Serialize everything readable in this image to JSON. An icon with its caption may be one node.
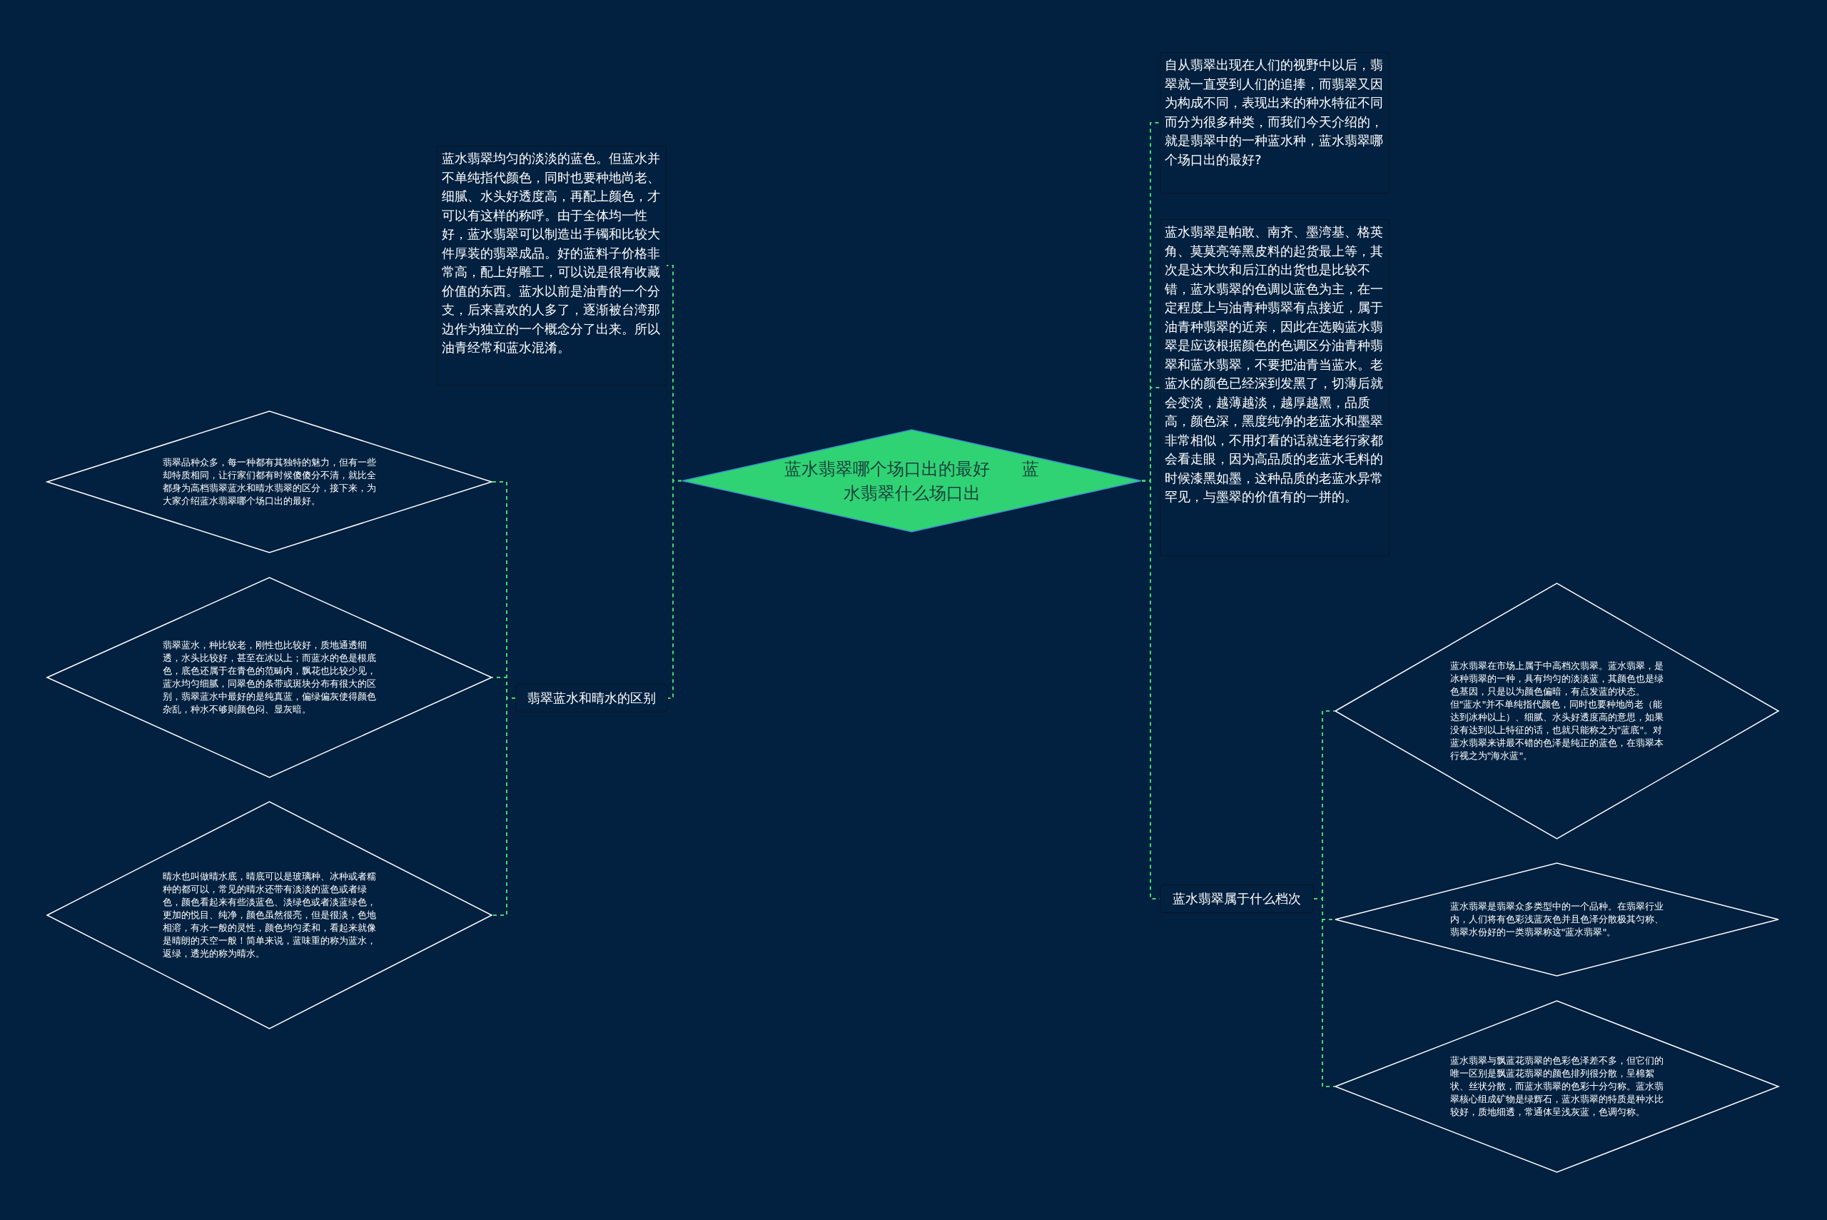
{
  "diagram": {
    "nodes": [
      {
        "text": [
          "蓝水翡翠哪个场口出的最好      蓝水翡翠什么场口出"
        ]
      },
      {
        "text": [
          "蓝水翡翠均匀的淡淡的蓝色。但蓝水并不单纯指代颜色，同时也要种地尚老、细腻、水头好透度高，再配上颜色，才可以有这样的称呼。由于全体均一性好，蓝水翡翠可以制造出手镯和比较大件厚装的翡翠成品。好的蓝料子价格非常高，配上好雕工，可以说是很有收藏价值的东西。蓝水以前是油青的一个分支，后来喜欢的人多了，逐渐被台湾那边作为独立的一个概念分了出来。所以油青经常和蓝水混淆。"
        ]
      },
      {
        "text": [
          "翡翠蓝水和晴水的区别"
        ]
      },
      {
        "text": [
          "翡翠品种众多，每一种都有其独特的魅力，但有一些却特质相同，让行家们都有时候傻傻分不清，就比全都身为高档翡翠蓝水和晴水翡翠的区分，接下来，为大家介绍蓝水翡翠哪个场口出的最好。"
        ]
      },
      {
        "text": [
          "翡翠蓝水，种比较老，刚性也比较好，质地通透细透，水头比较好，甚至在冰以上；而蓝水的色是根底色，底色还属于在青色的范畴内，飘花也比较少见，蓝水均匀细腻，同翠色的条带或斑块分布有很大的区别，翡翠蓝水中最好的是纯真蓝，偏绿偏灰使得颜色杂乱，种水不够则颜色闷、显灰暗。"
        ]
      },
      {
        "text": [
          "晴水也叫做晴水底，晴底可以是玻璃种、冰种或者糯种的都可以，常见的晴水还带有淡淡的蓝色或者绿色，颜色看起来有些淡蓝色、淡绿色或者淡蓝绿色，更加的悦目、纯净，颜色虽然很亮，但是很淡，色地相溶，有水一般的灵性，颜色均匀柔和，看起来就像是晴朗的天空一般！简单来说，蓝味重的称为蓝水，返绿，透光的称为晴水。"
        ]
      },
      {
        "text": [
          "自从翡翠出现在人们的视野中以后，翡翠就一直受到人们的追捧，而翡翠又因为构成不同，表现出来的种水特征不同而分为很多种类，而我们今天介绍的，就是翡翠中的一种蓝水种，蓝水翡翠哪个场口出的最好?"
        ]
      },
      {
        "text": [
          "蓝水翡翠是帕敢、南齐、墨湾基、格英角、莫莫亮等黑皮料的起货最上等，其次是达木坎和后江的出货也是比较不错，蓝水翡翠的色调以蓝色为主，在一定程度上与油青种翡翠有点接近，属于油青种翡翠的近亲，因此在选购蓝水翡翠是应该根据颜色的色调区分油青种翡翠和蓝水翡翠，不要把油青当蓝水。老蓝水的颜色已经深到发黑了，切薄后就会变淡，越薄越淡，越厚越黑，品质高，颜色深，黑度纯净的老蓝水和墨翠非常相似，不用灯看的话就连老行家都会看走眼，因为高品质的老蓝水毛料的时候漆黑如墨，这种品质的老蓝水异常罕见，与墨翠的价值有的一拼的。"
        ]
      },
      {
        "text": [
          "蓝水翡翠属于什么档次"
        ]
      },
      {
        "text": [
          "蓝水翡翠在市场上属于中高档次翡翠。蓝水翡翠，是冰种翡翠的一种，具有均匀的淡淡蓝，其颜色也是绿色基因，只是以为颜色偏暗，有点发蓝的状态。但\"蓝水\"并不单纯指代颜色，同时也要种地尚老（能达到冰种以上）、细腻、水头好透度高的意思，如果没有达到以上特征的话，也就只能称之为\"蓝底\"。对蓝水翡翠来讲最不错的色泽是纯正的蓝色，在翡翠本行视之为\"海水蓝\"。"
        ]
      },
      {
        "text": [
          "蓝水翡翠是翡翠众多类型中的一个品种。在翡翠行业内，人们将有色彩浅蓝灰色并且色泽分散极其匀称、翡翠水份好的一类翡翠称这\"蓝水翡翠\"。"
        ]
      },
      {
        "text": [
          "蓝水翡翠与飘蓝花翡翠的色彩色泽差不多，但它们的唯一区别是飘蓝花翡翠的颜色排列很分散，呈棉絮状、丝状分散，而蓝水翡翠的色彩十分匀称。蓝水翡翠核心组成矿物是绿辉石，蓝水翡翠的特质是种水比较好，质地细透，常通体呈浅灰蓝，色调匀称。"
        ]
      }
    ],
    "edges": [
      {
        "from": 0,
        "to": 1,
        "arrow": "none"
      },
      {
        "from": 0,
        "to": 2,
        "arrow": "none"
      },
      {
        "from": 2,
        "to": 3,
        "arrow": "none"
      },
      {
        "from": 2,
        "to": 4,
        "arrow": "none"
      },
      {
        "from": 2,
        "to": 5,
        "arrow": "none"
      },
      {
        "from": 0,
        "to": 6,
        "arrow": "none"
      },
      {
        "from": 0,
        "to": 7,
        "arrow": "none"
      },
      {
        "from": 0,
        "to": 8,
        "arrow": "none"
      },
      {
        "from": 8,
        "to": 9,
        "arrow": "none"
      },
      {
        "from": 8,
        "to": 10,
        "arrow": "none"
      },
      {
        "from": 8,
        "to": 11,
        "arrow": "none"
      }
    ]
  }
}
